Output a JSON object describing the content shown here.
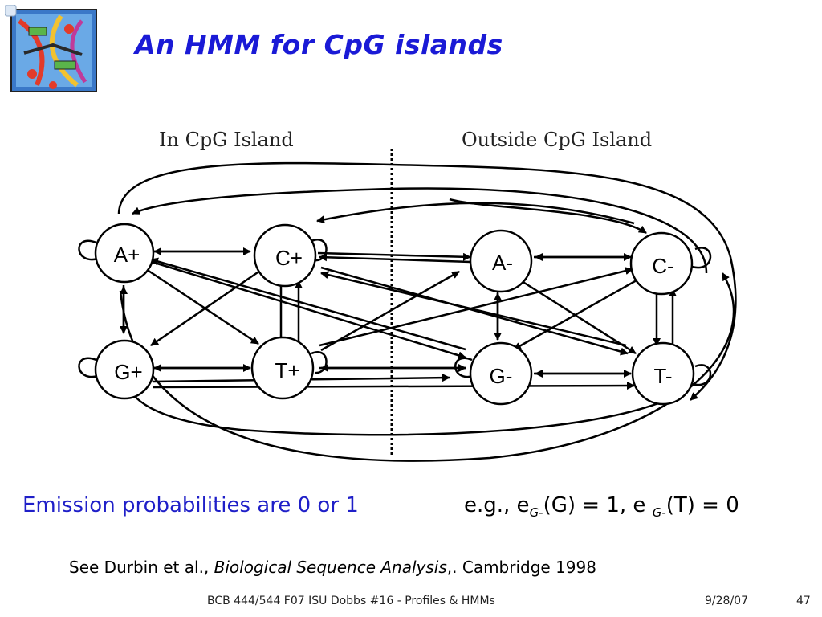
{
  "slide": {
    "title": "An HMM for CpG islands",
    "emission_text": "Emission probabilities are 0 or 1",
    "example": {
      "prefix": "e.g., e",
      "sub1": "G-",
      "mid": "(G) = 1, e ",
      "sub2": "G-",
      "suffix": "(T) = 0"
    },
    "reference": {
      "before": "See Durbin et al., ",
      "book": "Biological Sequence Analysis",
      "after": ",. Cambridge 1998"
    },
    "footer": {
      "course": "BCB 444/544 F07 ISU Dobbs #16 - Profiles & HMMs",
      "date": "9/28/07",
      "page": "47"
    }
  },
  "diagram": {
    "region_left": "In CpG Island",
    "region_right": "Outside CpG Island",
    "states": [
      {
        "id": "A+",
        "label": "A+"
      },
      {
        "id": "C+",
        "label": "C+"
      },
      {
        "id": "G+",
        "label": "G+"
      },
      {
        "id": "T+",
        "label": "T+"
      },
      {
        "id": "A-",
        "label": "A-"
      },
      {
        "id": "C-",
        "label": "C-"
      },
      {
        "id": "G-",
        "label": "G-"
      },
      {
        "id": "T-",
        "label": "T-"
      }
    ]
  },
  "logo": {
    "icon": "dna-clipart-icon"
  }
}
